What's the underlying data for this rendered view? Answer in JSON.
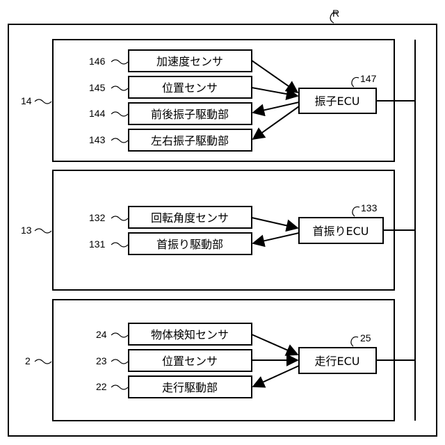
{
  "outer_ref": "R",
  "groups": [
    {
      "ref": "14",
      "ecu": {
        "ref": "147",
        "label": "振子ECU"
      },
      "items": [
        {
          "ref": "146",
          "label": "加速度センサ"
        },
        {
          "ref": "145",
          "label": "位置センサ"
        },
        {
          "ref": "144",
          "label": "前後振子駆動部"
        },
        {
          "ref": "143",
          "label": "左右振子駆動部"
        }
      ]
    },
    {
      "ref": "13",
      "ecu": {
        "ref": "133",
        "label": "首振りECU"
      },
      "items": [
        {
          "ref": "132",
          "label": "回転角度センサ"
        },
        {
          "ref": "131",
          "label": "首振り駆動部"
        }
      ]
    },
    {
      "ref": "2",
      "ecu": {
        "ref": "25",
        "label": "走行ECU"
      },
      "items": [
        {
          "ref": "24",
          "label": "物体検知センサ"
        },
        {
          "ref": "23",
          "label": "位置センサ"
        },
        {
          "ref": "22",
          "label": "走行駆動部"
        }
      ]
    }
  ]
}
